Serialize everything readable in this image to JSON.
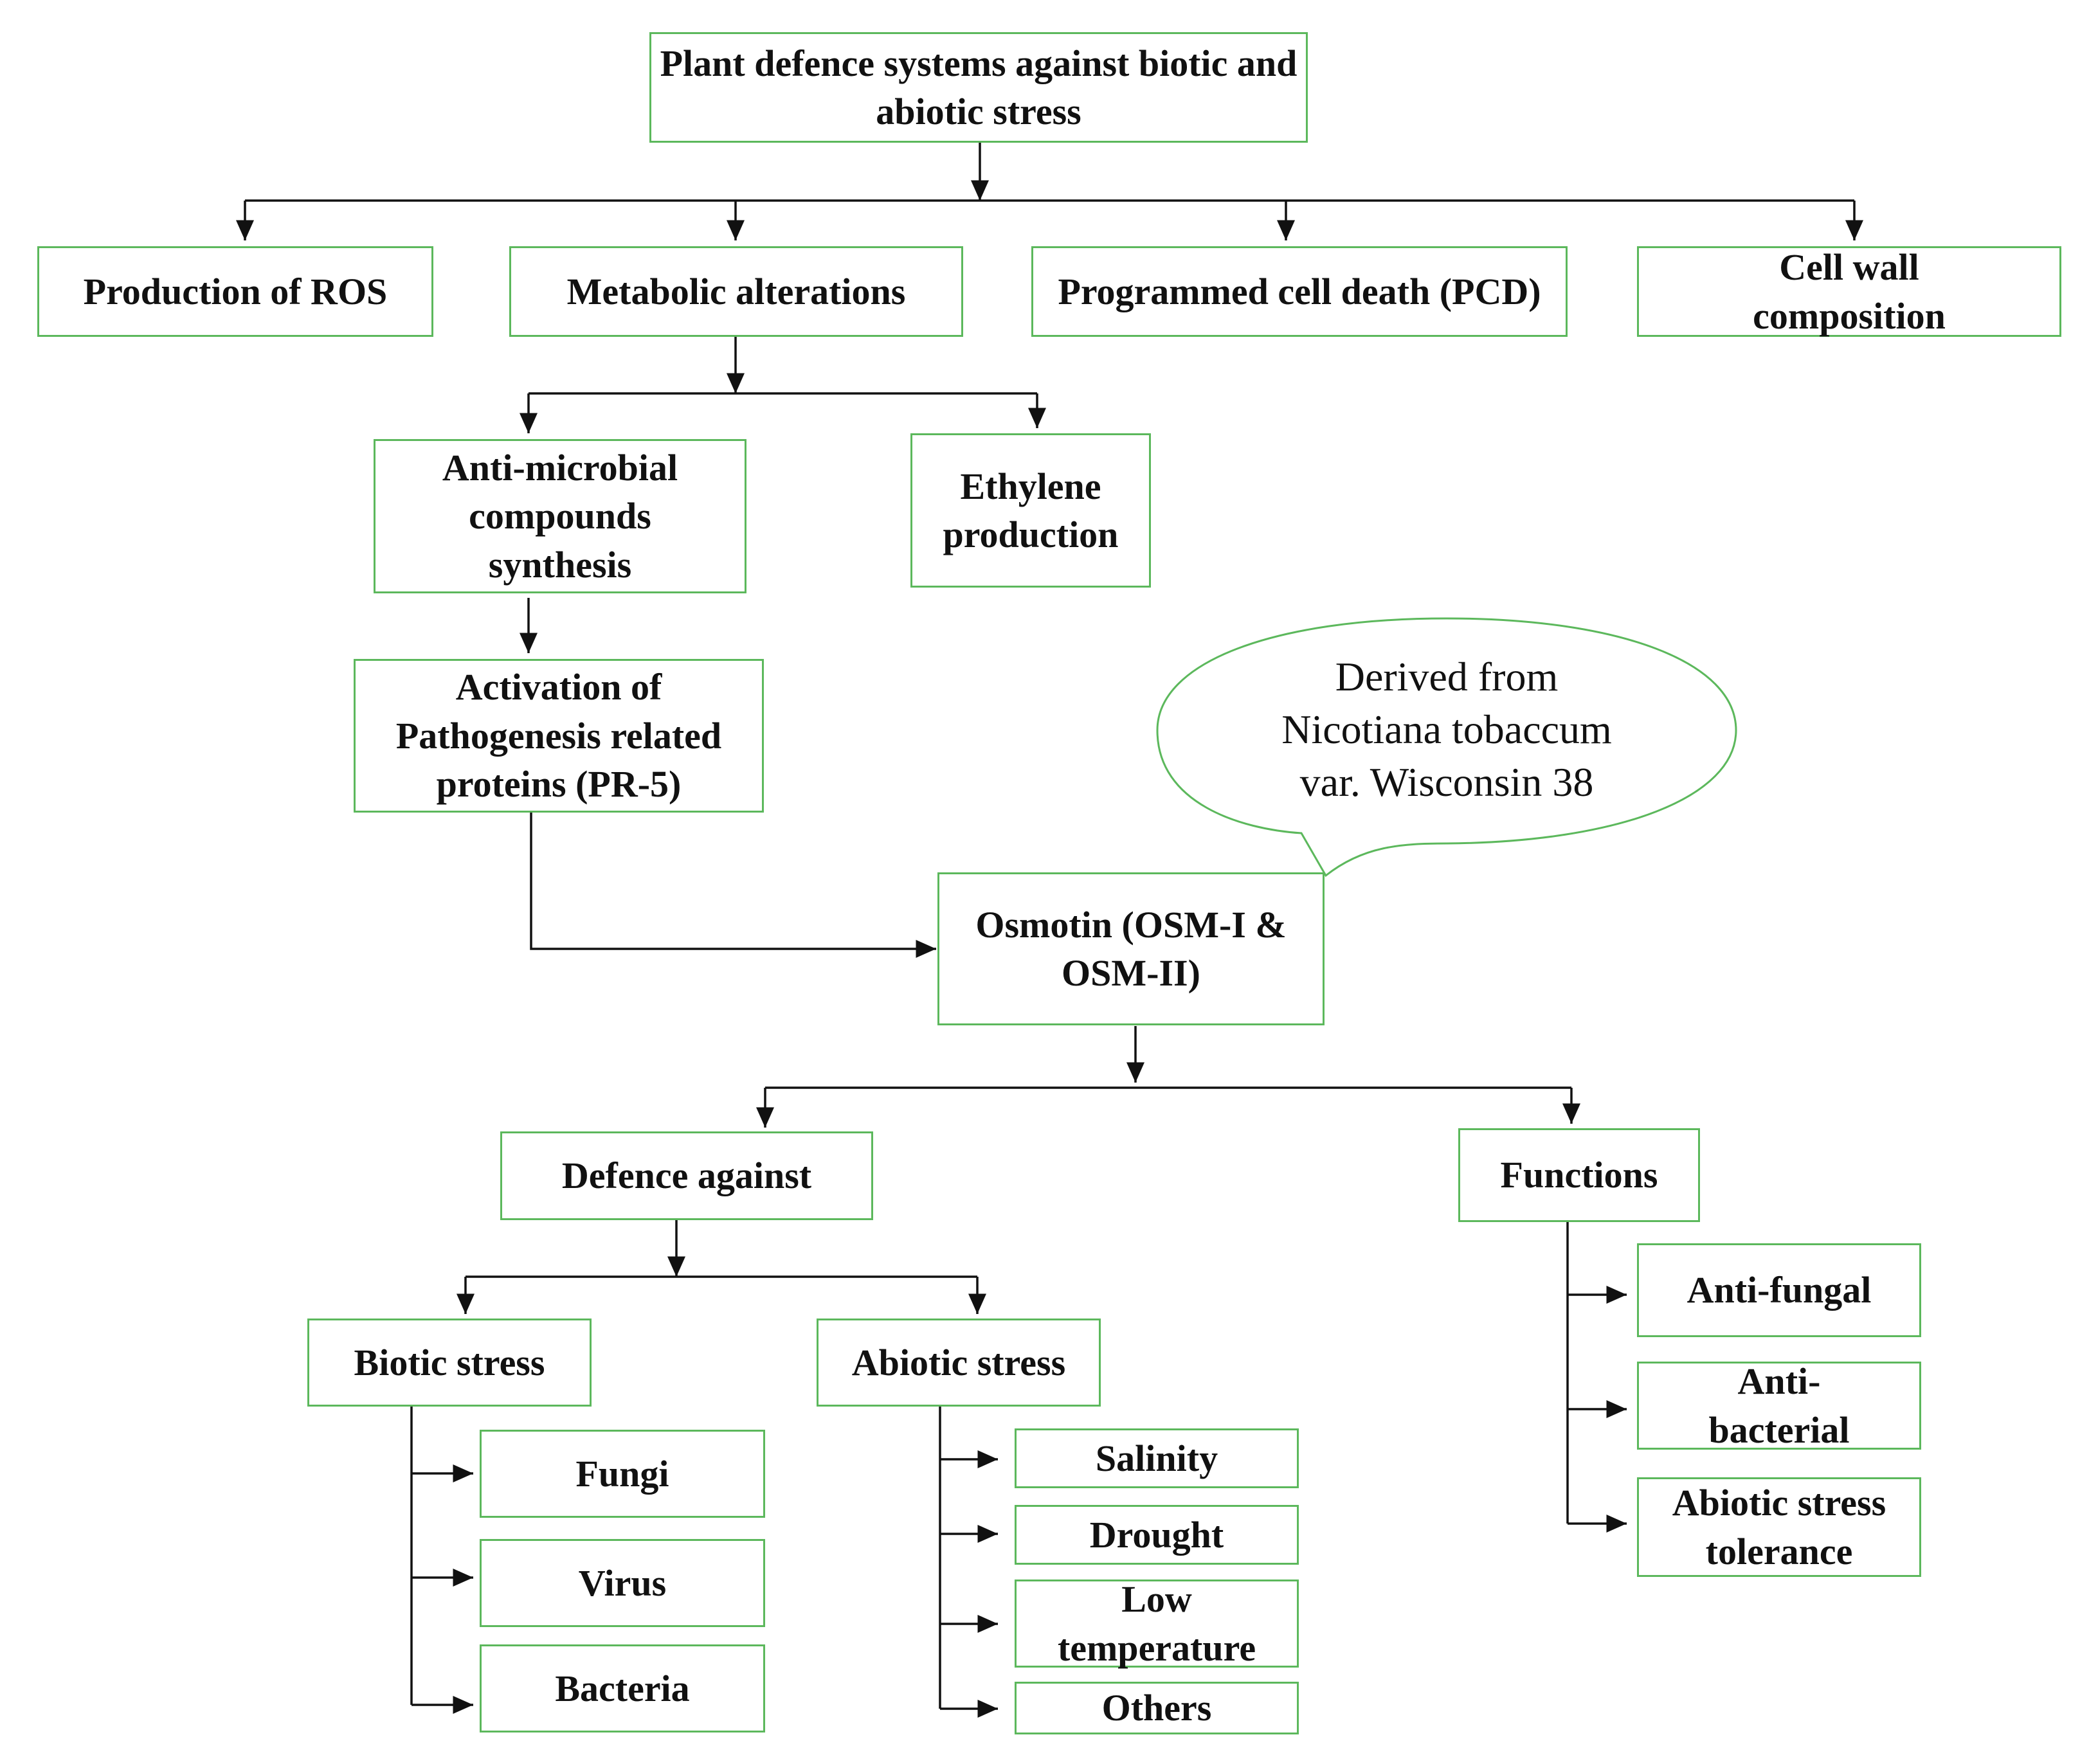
{
  "nodes": {
    "root": "Plant defence systems against biotic and abiotic stress",
    "ros": "Production of ROS",
    "metabolic": "Metabolic alterations",
    "pcd": "Programmed cell death (PCD)",
    "cell_wall": "Cell wall composition",
    "antimicrobial": "Anti-microbial compounds synthesis",
    "ethylene": "Ethylene production",
    "pr5": "Activation of Pathogenesis related proteins (PR-5)",
    "osmotin": "Osmotin (OSM-I & OSM-II)",
    "defence": "Defence against",
    "functions": "Functions",
    "biotic": "Biotic stress",
    "abiotic": "Abiotic stress",
    "fungi": "Fungi",
    "virus": "Virus",
    "bacteria": "Bacteria",
    "salinity": "Salinity",
    "drought": "Drought",
    "low_temp": "Low temperature",
    "others": "Others",
    "antifungal": "Anti-fungal",
    "antibacterial": "Anti-bacterial",
    "abiotic_tolerance": "Abiotic stress tolerance"
  },
  "callout": "Derived from\nNicotiana tobaccum\nvar. Wisconsin 38",
  "colors": {
    "box_border": "#5cb85c",
    "connector": "#111111",
    "text": "#111111"
  }
}
